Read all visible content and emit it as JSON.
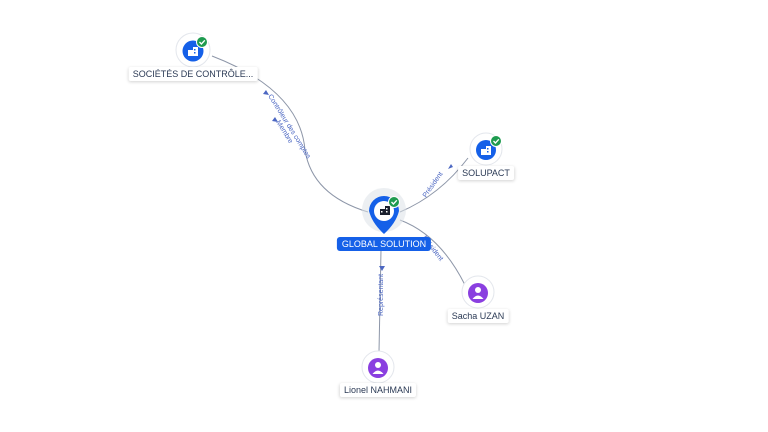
{
  "colors": {
    "primary": "#1560e8",
    "person": "#8a3fe0",
    "verified": "#1e9b4f",
    "edge": "#8d96a8",
    "edge_label": "#4c67c2"
  },
  "nodes": {
    "global_solution": {
      "label": "GLOBAL SOLUTION",
      "icon": "company-icon",
      "verified": true
    },
    "societes": {
      "label": "SOCIÉTÉS DE CONTRÔLE...",
      "icon": "company-icon",
      "verified": true
    },
    "solupact": {
      "label": "SOLUPACT",
      "icon": "company-icon",
      "verified": true
    },
    "sacha": {
      "label": "Sacha UZAN",
      "icon": "person-icon"
    },
    "lionel": {
      "label": "Lionel NAHMANI",
      "icon": "person-icon"
    }
  },
  "edges": {
    "societes_1": "Contrôleur des comptes",
    "societes_2": "Membre",
    "solupact": "Président",
    "sacha": "Président",
    "lionel": "Représentant"
  }
}
